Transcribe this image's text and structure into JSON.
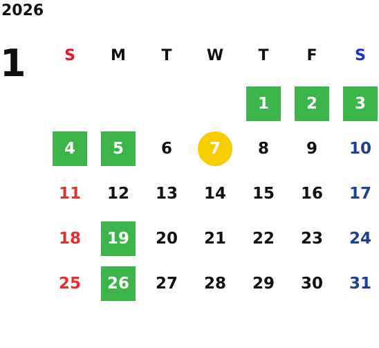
{
  "calendar": {
    "year": "2026",
    "month": "1",
    "weekdays": [
      {
        "label": "S",
        "color": "#e8141e"
      },
      {
        "label": "M",
        "color": "#111111"
      },
      {
        "label": "T",
        "color": "#111111"
      },
      {
        "label": "W",
        "color": "#111111"
      },
      {
        "label": "T",
        "color": "#111111"
      },
      {
        "label": "F",
        "color": "#111111"
      },
      {
        "label": "S",
        "color": "#1a2fd6"
      }
    ],
    "first_weekday_index": 4,
    "colors": {
      "sunday": "#e03030",
      "saturday": "#1f3f94",
      "weekday": "#111111",
      "highlight_green": "#3bb54a",
      "today_yellow": "#f7cc00"
    },
    "days": [
      {
        "n": "1",
        "mark": "green"
      },
      {
        "n": "2",
        "mark": "green"
      },
      {
        "n": "3",
        "mark": "green"
      },
      {
        "n": "4",
        "mark": "green"
      },
      {
        "n": "5",
        "mark": "green"
      },
      {
        "n": "6",
        "mark": ""
      },
      {
        "n": "7",
        "mark": "today"
      },
      {
        "n": "8",
        "mark": ""
      },
      {
        "n": "9",
        "mark": ""
      },
      {
        "n": "10",
        "mark": ""
      },
      {
        "n": "11",
        "mark": ""
      },
      {
        "n": "12",
        "mark": ""
      },
      {
        "n": "13",
        "mark": ""
      },
      {
        "n": "14",
        "mark": ""
      },
      {
        "n": "15",
        "mark": ""
      },
      {
        "n": "16",
        "mark": ""
      },
      {
        "n": "17",
        "mark": ""
      },
      {
        "n": "18",
        "mark": ""
      },
      {
        "n": "19",
        "mark": "green"
      },
      {
        "n": "20",
        "mark": ""
      },
      {
        "n": "21",
        "mark": ""
      },
      {
        "n": "22",
        "mark": ""
      },
      {
        "n": "23",
        "mark": ""
      },
      {
        "n": "24",
        "mark": ""
      },
      {
        "n": "25",
        "mark": ""
      },
      {
        "n": "26",
        "mark": "green"
      },
      {
        "n": "27",
        "mark": ""
      },
      {
        "n": "28",
        "mark": ""
      },
      {
        "n": "29",
        "mark": ""
      },
      {
        "n": "30",
        "mark": ""
      },
      {
        "n": "31",
        "mark": ""
      }
    ]
  }
}
